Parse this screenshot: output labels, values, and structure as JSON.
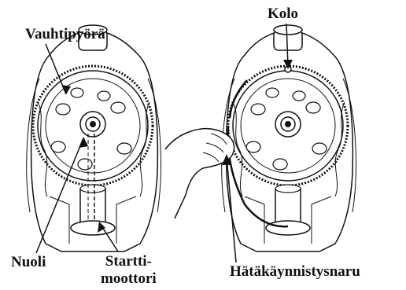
{
  "labels": {
    "flywheel": "Vauhtipyörä",
    "hole": "Kolo",
    "arrow": "Nuoli",
    "starter_line1": "Startti-",
    "starter_line2": "moottori",
    "emergency_rope": "Hätäkäynnistysnaru"
  },
  "colors": {
    "ink": "#111111",
    "background": "#ffffff"
  }
}
